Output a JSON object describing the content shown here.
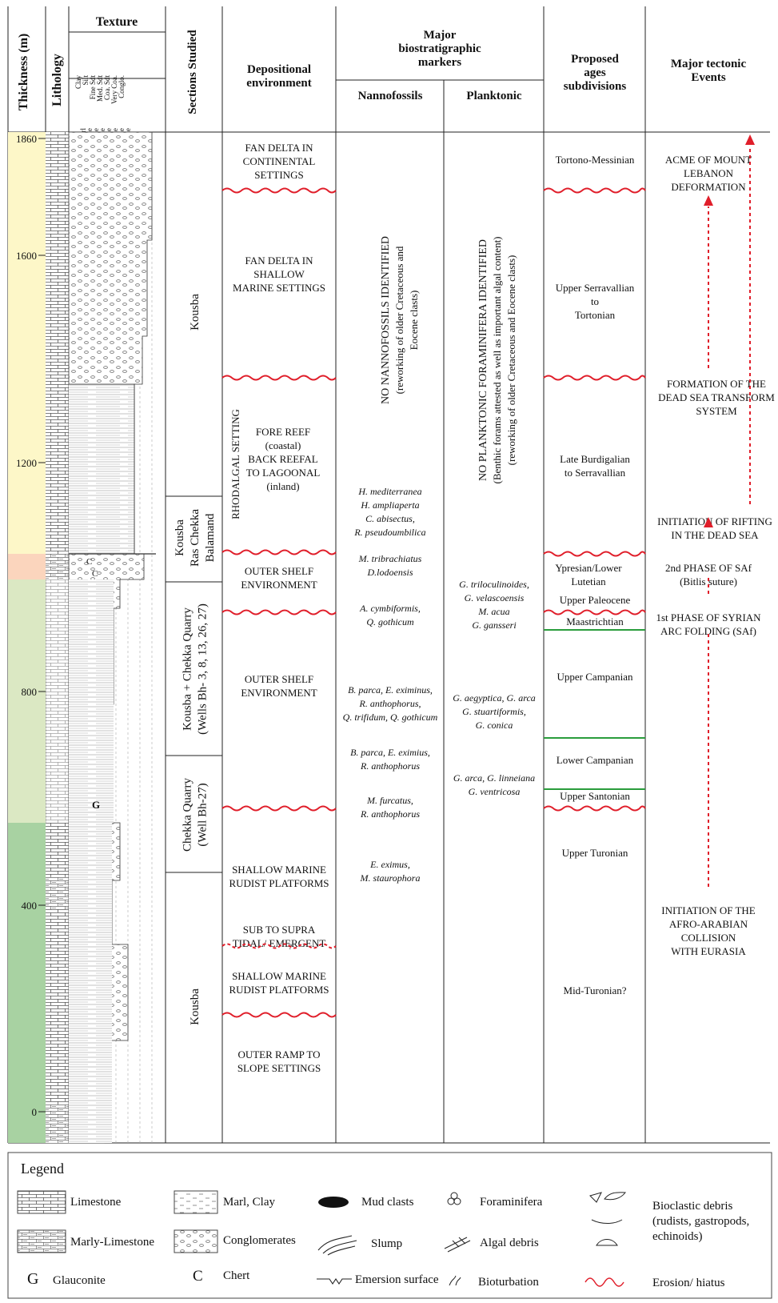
{
  "headers": {
    "thickness": "Thickness (m)",
    "lithology": "Lithology",
    "texture": "Texture",
    "texture_top": [
      "Clay",
      "Silt",
      "Fine Sdt",
      "Med. Sdt",
      "Coa. Sdt",
      "Very Coa.",
      "Conglo."
    ],
    "texture_bottom": [
      "Marl",
      "Mudstone",
      "Wackstone",
      "Floatstone",
      "Packstone",
      "Grainstone",
      "Rudstone",
      "Boundstone"
    ],
    "sections": "Sections Studied",
    "depositional": [
      "Depositional",
      "environment"
    ],
    "biostrat": [
      "Major",
      "biostratigraphic",
      "markers"
    ],
    "nanno": "Nannofossils",
    "plank": "Planktonic",
    "ages": [
      "Proposed",
      "ages",
      "subdivisions"
    ],
    "tectonic": [
      "Major tectonic",
      "Events"
    ]
  },
  "scale": {
    "ticks": [
      "1860",
      "1600",
      "1200",
      "800",
      "400",
      "0"
    ]
  },
  "age_colors": {
    "miocene": "#fdf7c8",
    "paleogene": "#fbd5bd",
    "late_cretaceous": "#dbe8c3",
    "mid_cretaceous": "#a8d2a2"
  },
  "column_texts": {
    "nanno_none": [
      "NO NANNOFOSSILS IDENTIFIED",
      "(reworking of older Cretaceous and",
      "Eocene clasts)"
    ],
    "plank_none": [
      "NO PLANKTONIC FORAMINIFERA IDENTIFIED",
      "(Benthic forams attested as well as important algal content)",
      "(reworking of older Cretaceous and Eocene clasts)"
    ]
  },
  "sections": [
    {
      "text": [
        "Kousba"
      ]
    },
    {
      "text": [
        "Kousba",
        "Ras Chekka",
        "Balamand"
      ]
    },
    {
      "text": [
        "Kousba + Chekka Quarry",
        "(Wells Bh- 3, 8, 13, 26, 27)"
      ]
    },
    {
      "text": [
        "Chekka Quarry",
        "(Well Bh-27)"
      ]
    },
    {
      "text": [
        "Kousba"
      ]
    }
  ],
  "environments": [
    [
      "FAN DELTA IN",
      "CONTINENTAL",
      "SETTINGS"
    ],
    [
      "FAN DELTA IN",
      "SHALLOW",
      "MARINE SETTINGS"
    ],
    [
      "FORE REEF",
      "(coastal)",
      "BACK REEFAL",
      "TO LAGOONAL",
      "(inland)"
    ],
    [
      "RHODALGAL SETTING"
    ],
    [
      "OUTER SHELF",
      "ENVIRONMENT"
    ],
    [
      "OUTER SHELF",
      "ENVIRONMENT"
    ],
    [
      "SHALLOW MARINE",
      "RUDIST PLATFORMS"
    ],
    [
      "SUB TO SUPRA",
      "TIDAL/ EMERGENT"
    ],
    [
      "SHALLOW MARINE",
      "RUDIST PLATFORMS"
    ],
    [
      "OUTER RAMP TO",
      "SLOPE SETTINGS"
    ],
    [
      "?"
    ]
  ],
  "nannofossils": [
    [
      "H. mediterranea",
      "H. ampliaperta",
      "C. abisectus,",
      "R. pseudoumbilica"
    ],
    [
      "M. tribrachiatus",
      "D.lodoensis"
    ],
    [
      "A. cymbiformis,",
      "Q. gothicum"
    ],
    [
      "B. parca, E. eximinus,",
      "R. anthophorus,",
      "Q. trifidum, Q. gothicum"
    ],
    [
      "B. parca, E. eximius,",
      "R. anthophorus"
    ],
    [
      "M. furcatus,",
      "R. anthophorus"
    ],
    [
      "E. eximus,",
      "M. staurophora"
    ]
  ],
  "planktonic": [
    [
      "G. triloculinoides,",
      "G. velascoensis",
      "M. acua",
      "G. gansseri"
    ],
    [
      "G. aegyptica, G. arca",
      "G. stuartiformis,",
      "G. conica"
    ],
    [
      "G. arca, G. linneiana",
      "G. ventricosa"
    ]
  ],
  "ages": [
    [
      "Tortono-Messinian"
    ],
    [
      "Upper Serravallian",
      "to",
      "Tortonian"
    ],
    [
      "Late Burdigalian",
      "to Serravallian"
    ],
    [
      "Ypresian/Lower",
      "Lutetian"
    ],
    [
      "Upper Paleocene"
    ],
    [
      "Maastrichtian"
    ],
    [
      "Upper Campanian"
    ],
    [
      "Lower Campanian"
    ],
    [
      "Upper Santonian"
    ],
    [
      "Upper Turonian"
    ],
    [
      "Mid-Turonian?"
    ]
  ],
  "tectonics": [
    [
      "ACME OF MOUNT",
      "LEBANON",
      "DEFORMATION"
    ],
    [
      "FORMATION OF THE",
      "DEAD SEA TRANSFORM",
      "SYSTEM"
    ],
    [
      "INITIATION OF RIFTING",
      "IN THE DEAD SEA"
    ],
    [
      "2nd PHASE OF SAf",
      "(Bitlis suture)"
    ],
    [
      "1st PHASE OF SYRIAN",
      "ARC FOLDING (SAf)"
    ],
    [
      "INITIATION OF THE",
      "AFRO-ARABIAN",
      "COLLISION",
      "WITH EURASIA"
    ]
  ],
  "legend": {
    "title": "Legend",
    "limestone": "Limestone",
    "marly_limestone": "Marly-Limestone",
    "glauconite_symbol": "G",
    "glauconite": "Glauconite",
    "marl": "Marl, Clay",
    "conglomerates": "Conglomerates",
    "chert_symbol": "C",
    "chert": "Chert",
    "mud_clasts": "Mud clasts",
    "slump": "Slump",
    "emersion": "Emersion surface",
    "foraminifera": "Foraminifera",
    "algal": "Algal debris",
    "bioturbation": "Bioturbation",
    "bioclastic": [
      "Bioclastic debris",
      "(rudists, gastropods,",
      "echinoids)"
    ],
    "erosion": "Erosion/ hiatus"
  }
}
